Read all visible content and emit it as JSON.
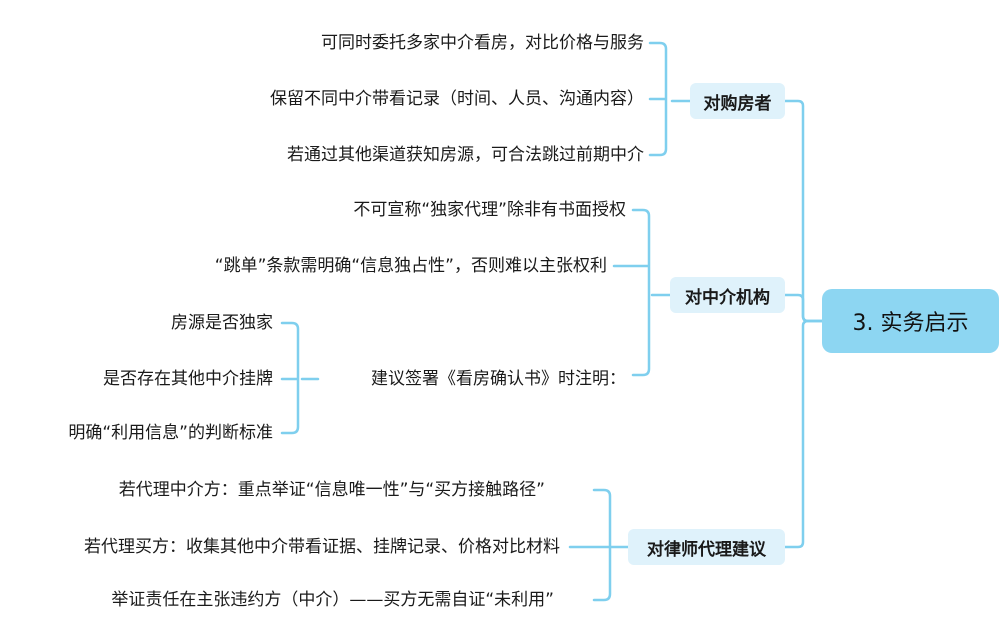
{
  "root": {
    "label": "3. 实务启示"
  },
  "branches": [
    {
      "label": "对购房者",
      "items": [
        "可同时委托多家中介看房，对比价格与服务",
        "保留不同中介带看记录（时间、人员、沟通内容）",
        "若通过其他渠道获知房源，可合法跳过前期中介"
      ]
    },
    {
      "label": "对中介机构",
      "items": [
        "不可宣称“独家代理”除非有书面授权",
        "“跳单”条款需明确“信息独占性”，否则难以主张权利",
        "建议签署《看房确认书》时注明："
      ],
      "sub": {
        "items": [
          "房源是否独家",
          "是否存在其他中介挂牌",
          "明确“利用信息”的判断标准"
        ]
      }
    },
    {
      "label": "对律师代理建议",
      "items": [
        "若代理中介方：重点举证“信息唯一性”与“买方接触路径”",
        "若代理买方：收集其他中介带看证据、挂牌记录、价格对比材料",
        "举证责任在主张违约方（中介）——买方无需自证“未利用”"
      ]
    }
  ],
  "colors": {
    "connector": "#7fcfee",
    "root_fill": "#8dd6f2",
    "branch_fill": "#dff2fb"
  }
}
